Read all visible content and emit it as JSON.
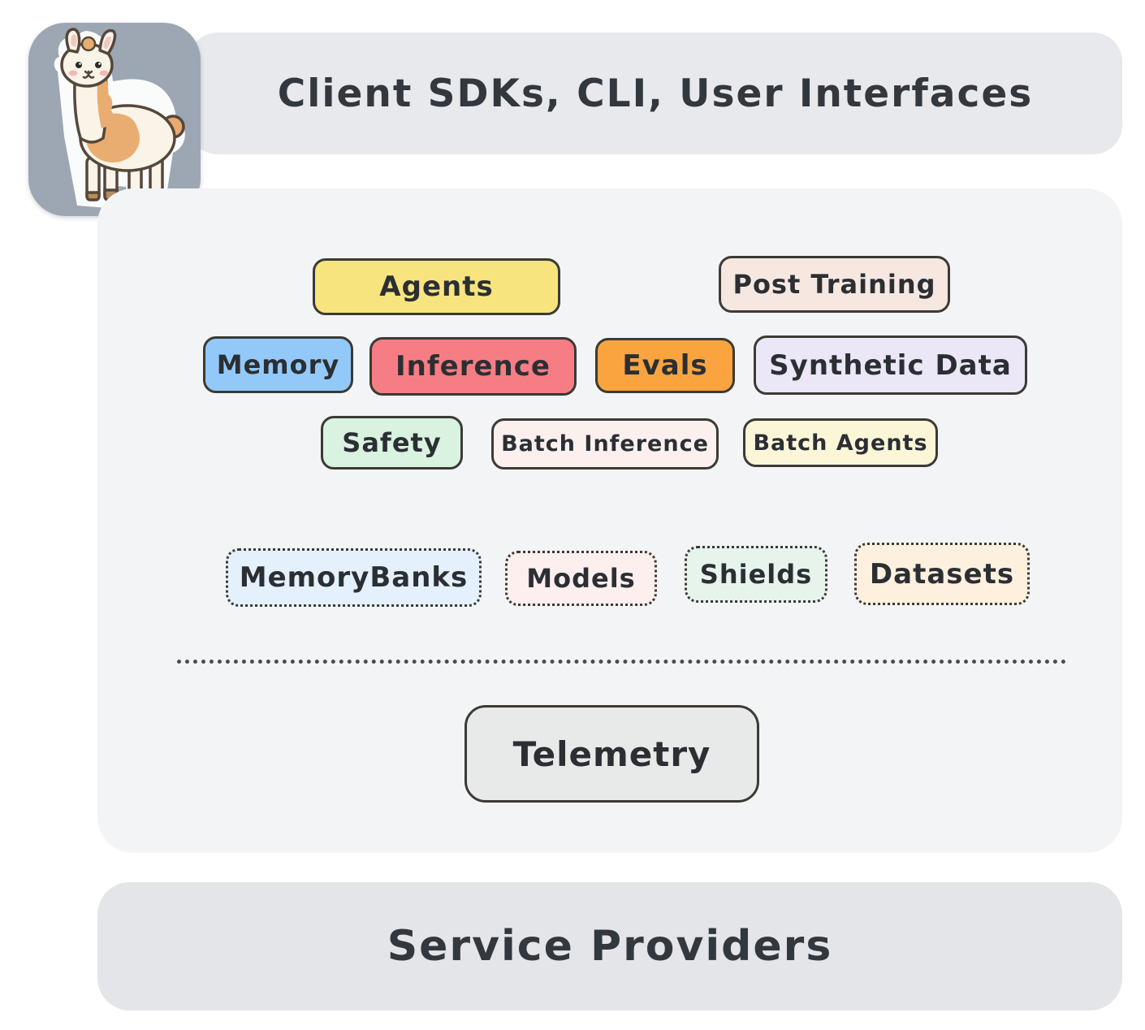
{
  "banners": {
    "top": "Client SDKs, CLI, User Interfaces",
    "bottom": "Service Providers"
  },
  "logo": {
    "icon": "llama-sticker",
    "background": "#9ca7b3"
  },
  "apis": {
    "agents": {
      "label": "Agents",
      "color": "#f8e47f"
    },
    "post_training": {
      "label": "Post Training",
      "color": "#f6e7e1"
    },
    "memory": {
      "label": "Memory",
      "color": "#92c9f8"
    },
    "inference": {
      "label": "Inference",
      "color": "#f77d84"
    },
    "evals": {
      "label": "Evals",
      "color": "#f9a43f"
    },
    "synthetic_data": {
      "label": "Synthetic Data",
      "color": "#ebe7f7"
    },
    "safety": {
      "label": "Safety",
      "color": "#daf2e0"
    },
    "batch_inference": {
      "label": "Batch Inference",
      "color": "#fcf0ef"
    },
    "batch_agents": {
      "label": "Batch Agents",
      "color": "#fcf6d9"
    }
  },
  "resources": {
    "memory_banks": {
      "label": "MemoryBanks",
      "color": "#e4f1fc"
    },
    "models": {
      "label": "Models",
      "color": "#fdefee"
    },
    "shields": {
      "label": "Shields",
      "color": "#e6f4eb"
    },
    "datasets": {
      "label": "Datasets",
      "color": "#fdf0df"
    }
  },
  "telemetry": {
    "label": "Telemetry",
    "color": "#e8e9e9"
  }
}
